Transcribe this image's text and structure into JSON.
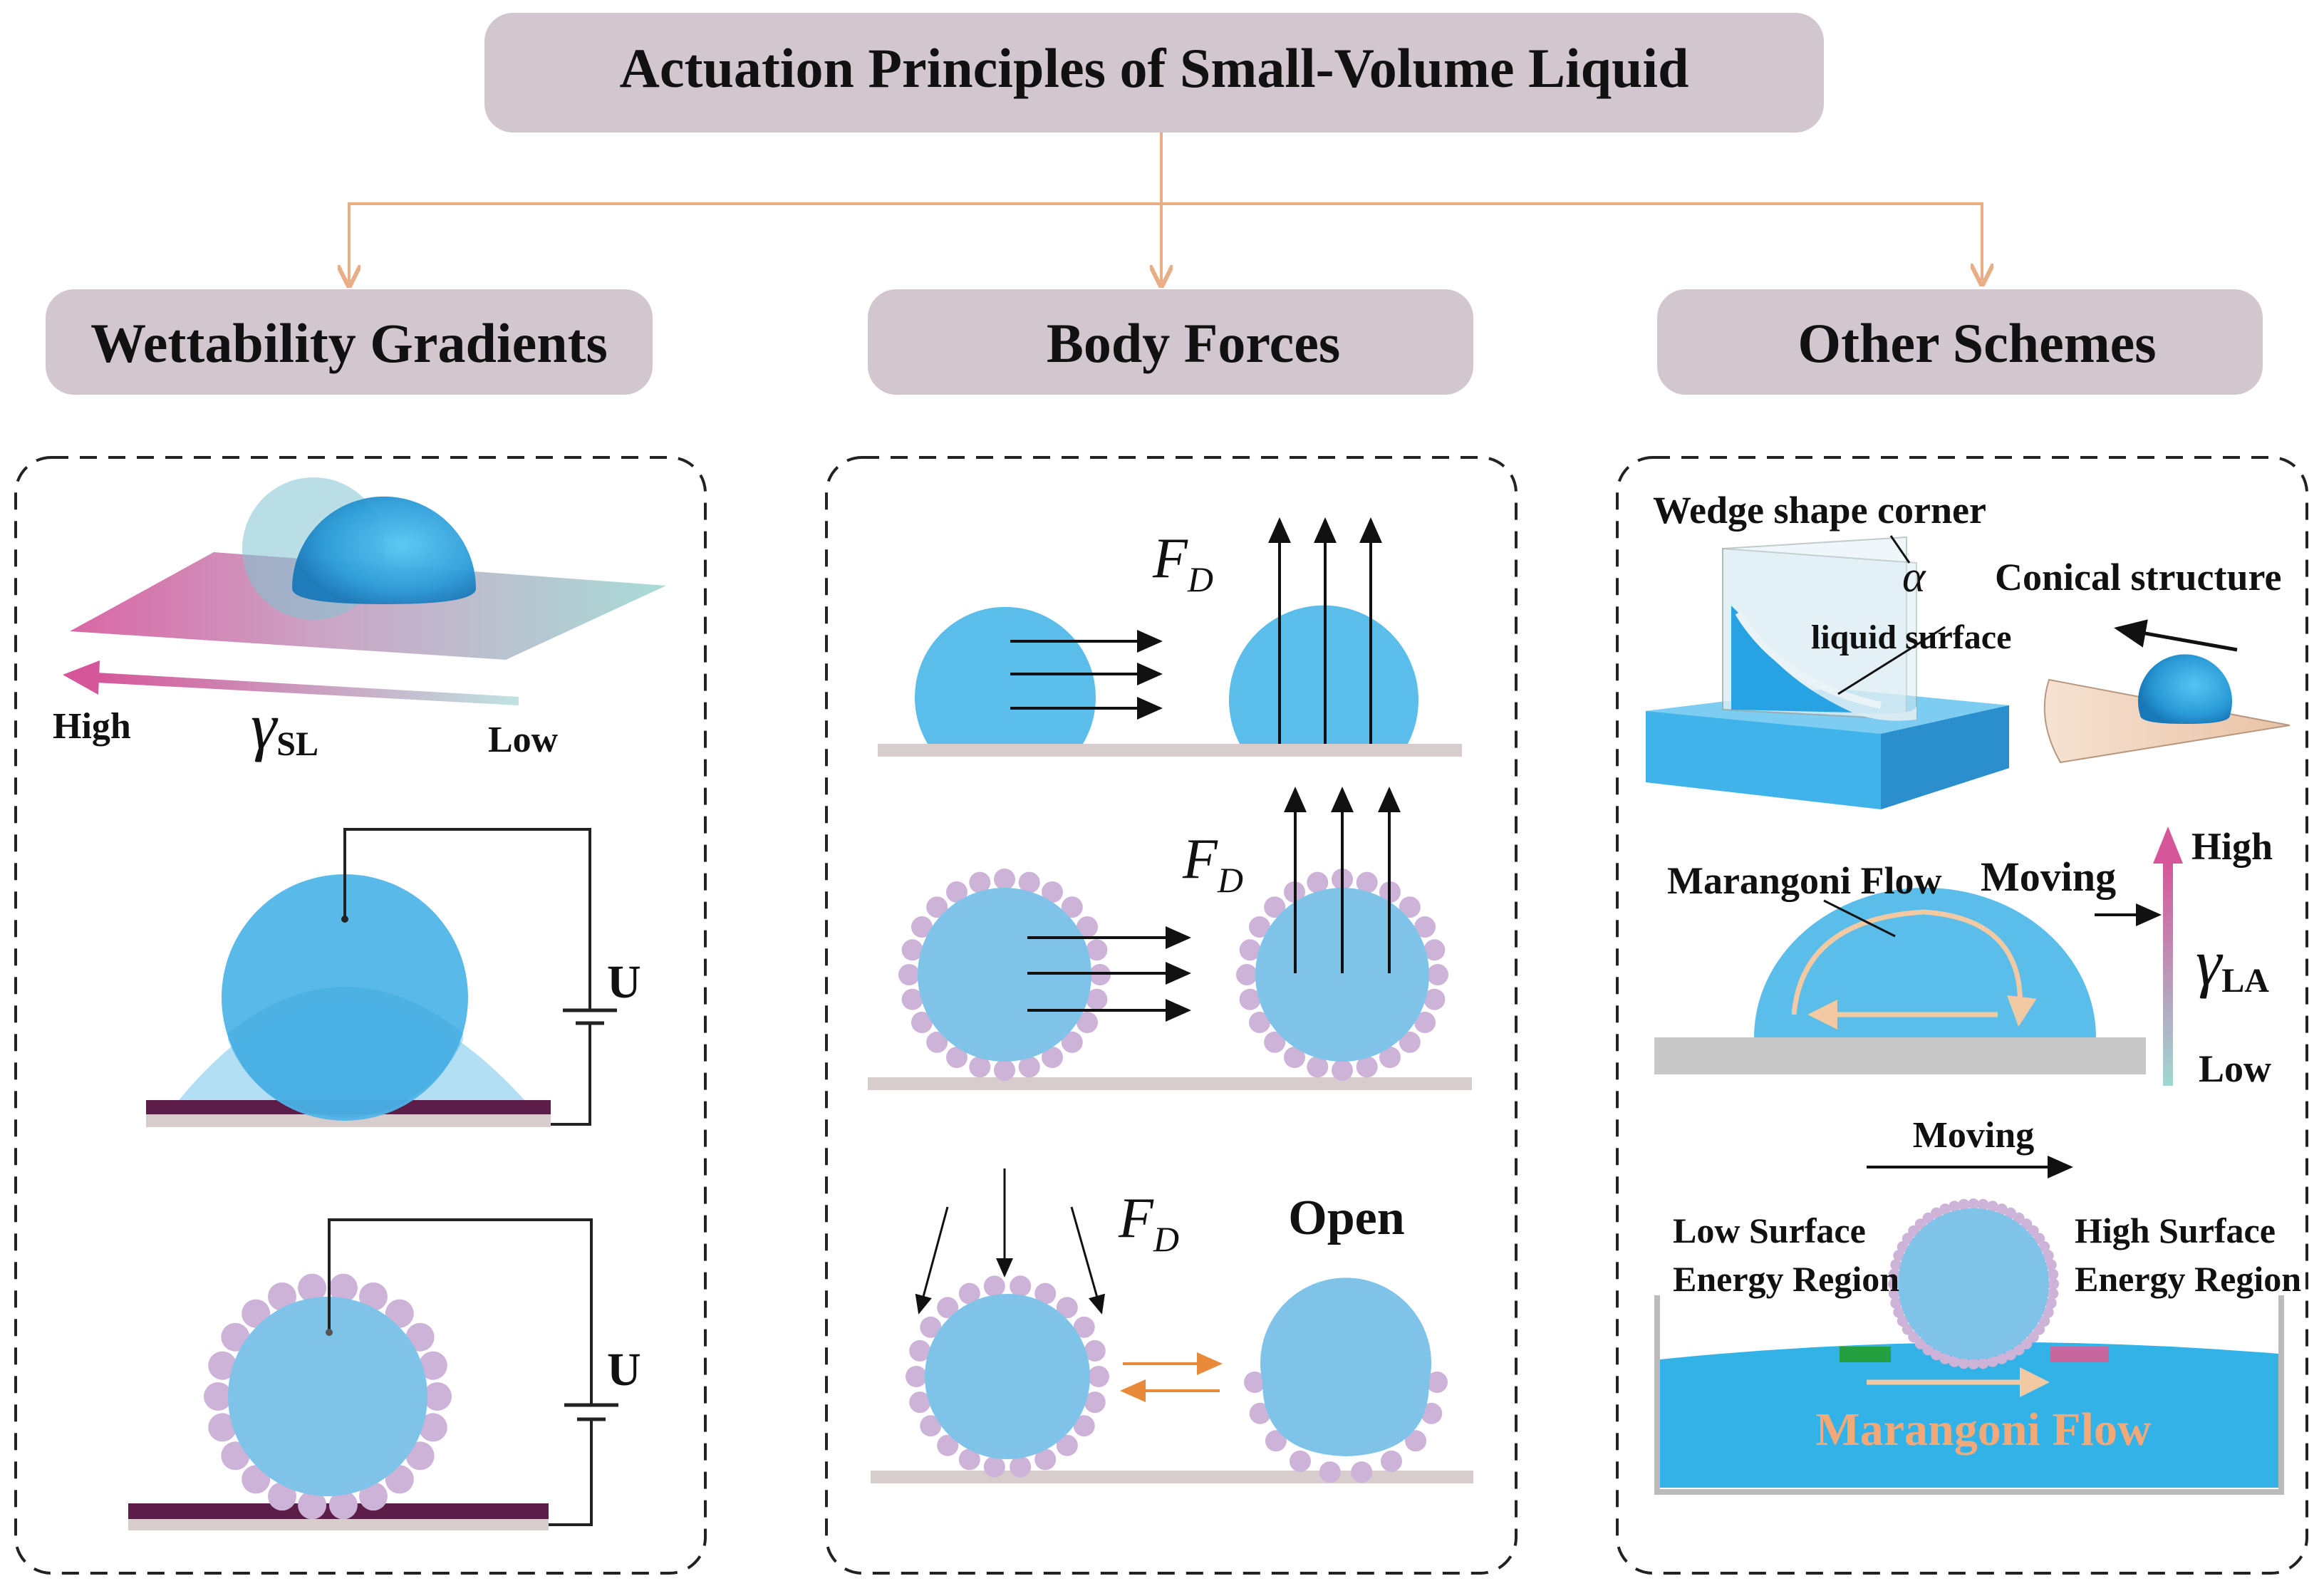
{
  "title": "Actuation Principles of Small-Volume Liquid",
  "categories": [
    {
      "label": "Wettability Gradients"
    },
    {
      "label": "Body Forces"
    },
    {
      "label": "Other Schemes"
    }
  ],
  "wettability": {
    "high": "High",
    "low": "Low",
    "gamma": "γ",
    "gamma_sub": "SL",
    "voltage": "U",
    "voltage2": "U"
  },
  "body_forces": {
    "force": "F",
    "force_sub": "D",
    "open": "Open"
  },
  "other": {
    "wedge": "Wedge shape corner",
    "alpha": "α",
    "liquid_surface": "liquid surface",
    "conical": "Conical structure",
    "marangoni_flow": "Marangoni Flow",
    "moving": "Moving",
    "high": "High",
    "low": "Low",
    "gamma": "γ",
    "gamma_sub": "LA",
    "moving2": "Moving",
    "low_surface_1": "Low Surface",
    "low_surface_2": "Energy Region",
    "high_surface_1": "High Surface",
    "high_surface_2": "Energy Region",
    "marangoni_flow2": "Marangoni Flow"
  },
  "colors": {
    "header_fill": "#d3c7cf",
    "connector": "#e8ae86",
    "droplet": "#5bbdea",
    "droplet_dark": "#1f8fd1",
    "particle": "#cdb3d8",
    "electrode": "#5c1d48",
    "substrate": "#d8cdcd",
    "high_color": "#d6569a",
    "low_color": "#9fd8d3",
    "orange_arrow": "#e88a3a",
    "marangoni_text": "#f3a878"
  }
}
